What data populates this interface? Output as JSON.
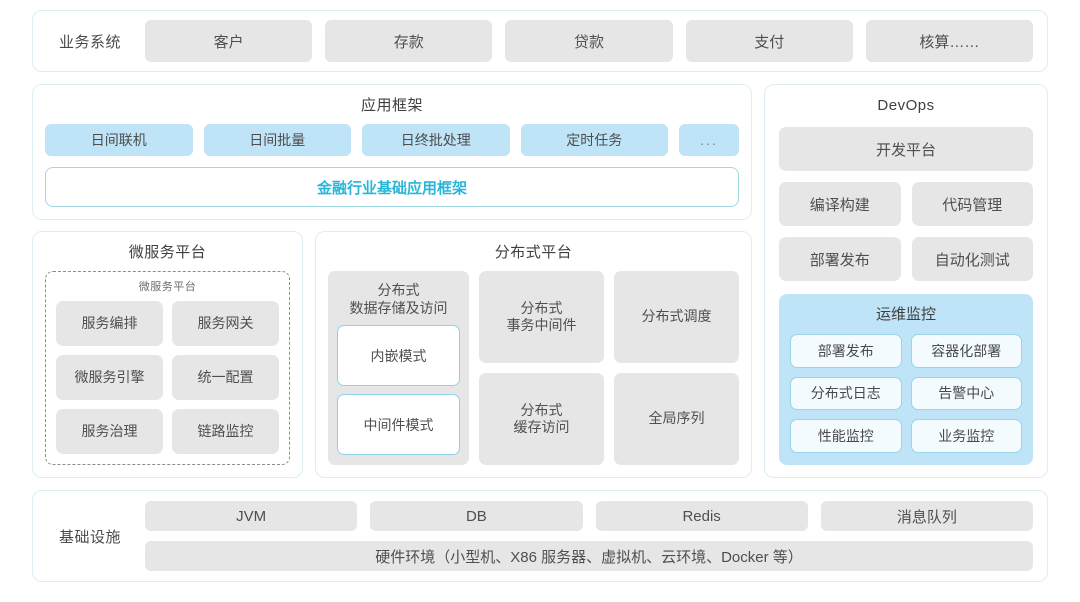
{
  "business_systems": {
    "label": "业务系统",
    "items": [
      "客户",
      "存款",
      "贷款",
      "支付",
      "核算……"
    ]
  },
  "app_framework": {
    "title": "应用框架",
    "modules": [
      "日间联机",
      "日间批量",
      "日终批处理",
      "定时任务",
      "..."
    ],
    "banner": "金融行业基础应用框架"
  },
  "microservice_platform": {
    "title": "微服务平台",
    "inner_title": "微服务平台",
    "items": [
      "服务编排",
      "服务网关",
      "微服务引擎",
      "统一配置",
      "服务治理",
      "链路监控"
    ]
  },
  "distributed_platform": {
    "title": "分布式平台",
    "storage_column": {
      "title": "分布式\n数据存储及访问",
      "title_line1": "分布式",
      "title_line2": "数据存储及访问",
      "modes": [
        "内嵌模式",
        "中间件模式"
      ]
    },
    "cells": [
      {
        "line1": "分布式",
        "line2": "事务中间件"
      },
      {
        "line1": "分布式调度",
        "line2": ""
      },
      {
        "line1": "分布式",
        "line2": "缓存访问"
      },
      {
        "line1": "全局序列",
        "line2": ""
      }
    ]
  },
  "devops": {
    "title": "DevOps",
    "platform": "开发平台",
    "items": [
      "编译构建",
      "代码管理",
      "部署发布",
      "自动化测试"
    ],
    "ops_monitoring": {
      "title": "运维监控",
      "items": [
        "部署发布",
        "容器化部署",
        "分布式日志",
        "告警中心",
        "性能监控",
        "业务监控"
      ]
    }
  },
  "infrastructure": {
    "label": "基础设施",
    "items": [
      "JVM",
      "DB",
      "Redis",
      "消息队列"
    ],
    "hardware": "硬件环境（小型机、X86 服务器、虚拟机、云环境、Docker 等）"
  },
  "colors": {
    "accent": "#29b6d8",
    "chip_gray": "#e6e6e6",
    "chip_blue": "#bfe3f7",
    "card_border": "#dceef2"
  }
}
